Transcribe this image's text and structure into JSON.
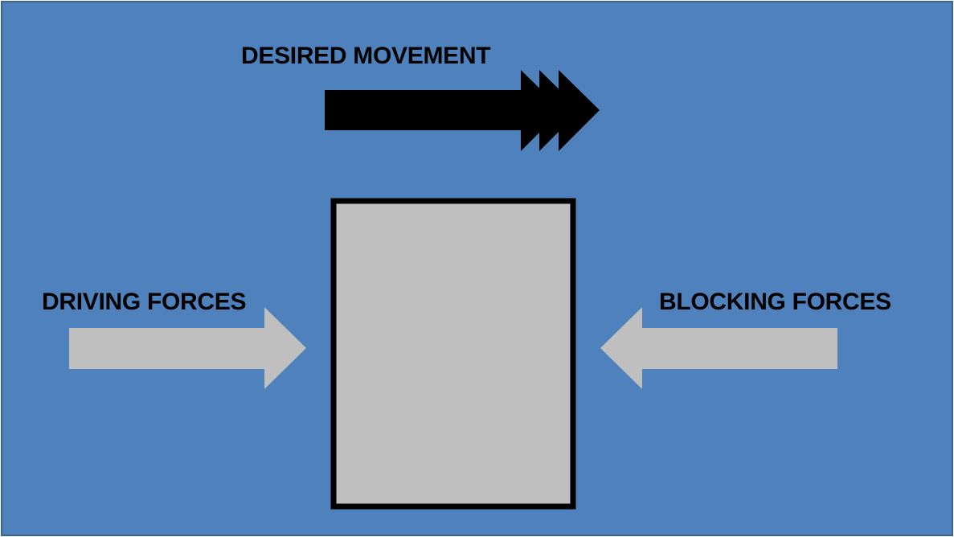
{
  "diagram": {
    "desired_movement_label": "DESIRED MOVEMENT",
    "driving_forces_label": "DRIVING FORCES",
    "blocking_forces_label": "BLOCKING FORCES"
  },
  "colors": {
    "background": "#4f81bd",
    "border": "#3a6391",
    "force_arrow": "#bfbfbf",
    "object_fill": "#bfbfbf",
    "object_stroke": "#000000",
    "movement_arrow": "#000000"
  },
  "icons": {
    "desired_movement": "triple-chevron-arrow-right",
    "driving_forces": "arrow-right",
    "blocking_forces": "arrow-left"
  }
}
